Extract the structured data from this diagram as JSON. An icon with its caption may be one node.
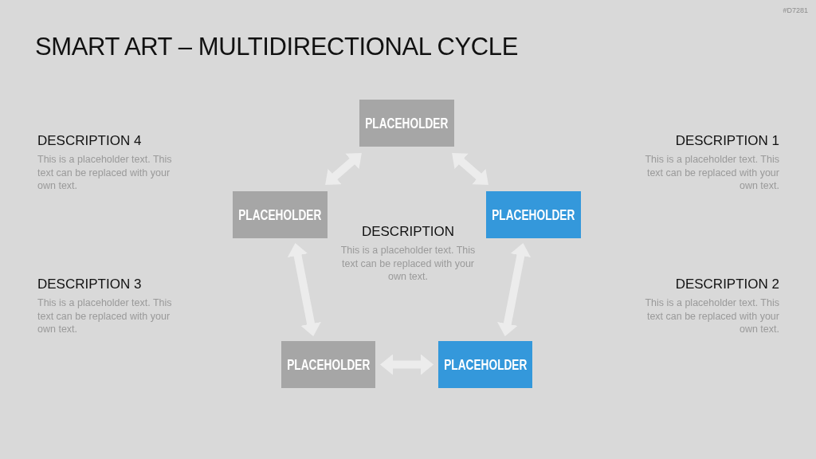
{
  "diagram": {
    "title": "SMART ART – MULTIDIRECTIONAL CYCLE",
    "nodes": [
      {
        "text": [
          "PLACEHOLDER"
        ]
      },
      {
        "text": [
          "PLACEHOLDER"
        ]
      },
      {
        "text": [
          "PLACEHOLDER"
        ]
      },
      {
        "text": [
          "PLACEHOLDER"
        ]
      },
      {
        "text": [
          "PLACEHOLDER"
        ]
      }
    ],
    "edges": [
      {
        "from": 0,
        "to": 1,
        "arrow": "both"
      },
      {
        "from": 0,
        "to": 2,
        "arrow": "both"
      },
      {
        "from": 1,
        "to": 3,
        "arrow": "both"
      },
      {
        "from": 2,
        "to": 4,
        "arrow": "both"
      },
      {
        "from": 3,
        "to": 4,
        "arrow": "both"
      }
    ],
    "labels": [
      "#D7281",
      "DESCRIPTION 4",
      "This is a placeholder text. This text can be replaced with your own text.",
      "DESCRIPTION 1",
      "This is a placeholder text. This text can be replaced with your own text.",
      "DESCRIPTION",
      "This is a placeholder text. This text can be replaced with your own text.",
      "DESCRIPTION 3",
      "This is a placeholder text. This text can be replaced with your own text.",
      "DESCRIPTION 2",
      "This is a placeholder text. This text can be replaced with your own text."
    ]
  }
}
